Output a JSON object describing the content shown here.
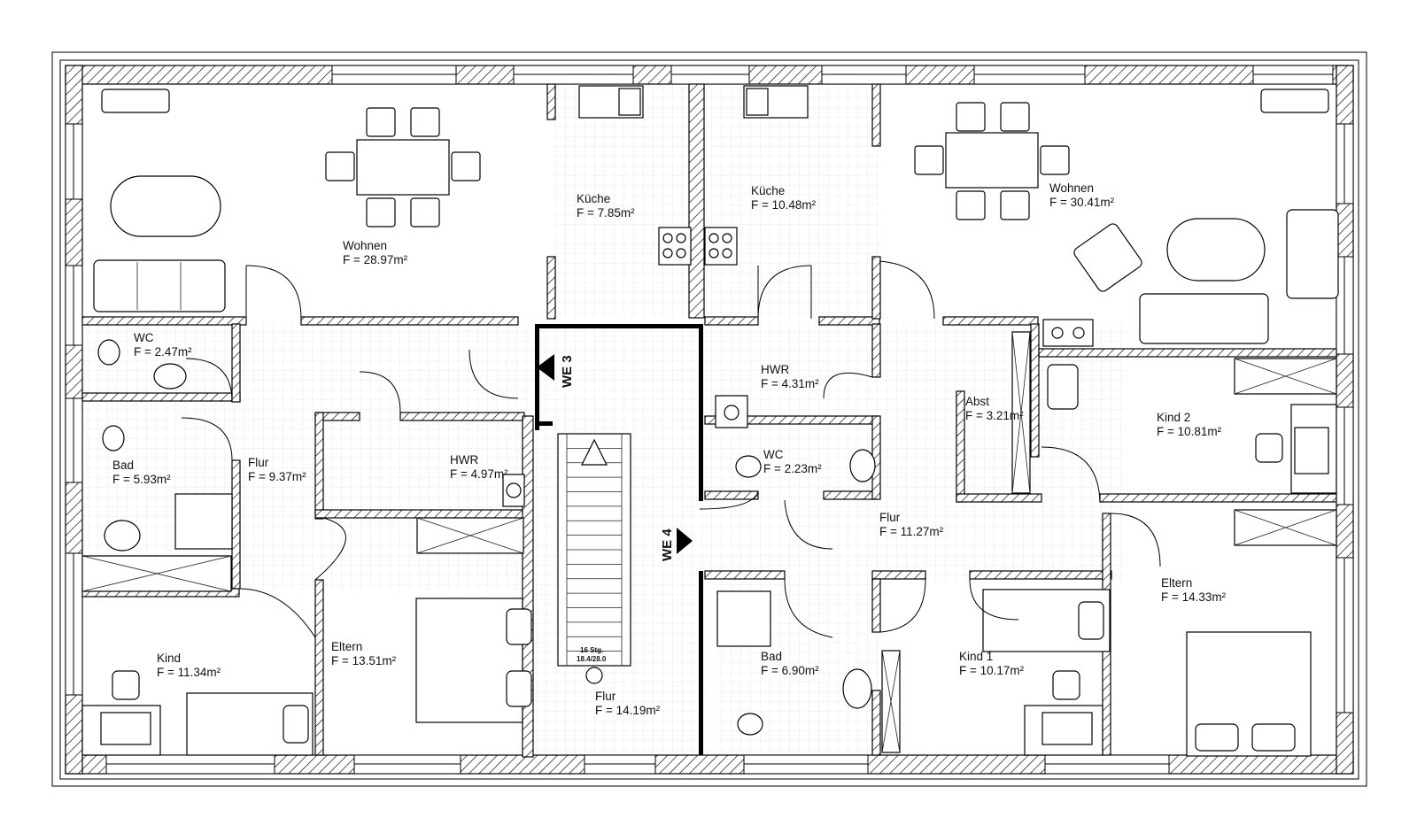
{
  "rooms": {
    "wohnen_left": {
      "name": "Wohnen",
      "area": "F = 28.97m²"
    },
    "kueche_left": {
      "name": "Küche",
      "area": "F = 7.85m²"
    },
    "kueche_right": {
      "name": "Küche",
      "area": "F = 10.48m²"
    },
    "wohnen_right": {
      "name": "Wohnen",
      "area": "F = 30.41m²"
    },
    "wc_left": {
      "name": "WC",
      "area": "F = 2.47m²"
    },
    "hwr_right": {
      "name": "HWR",
      "area": "F = 4.31m²"
    },
    "abst": {
      "name": "Abst",
      "area": "F = 3.21m²"
    },
    "kind2": {
      "name": "Kind 2",
      "area": "F = 10.81m²"
    },
    "bad_left": {
      "name": "Bad",
      "area": "F = 5.93m²"
    },
    "flur_left": {
      "name": "Flur",
      "area": "F = 9.37m²"
    },
    "hwr_left": {
      "name": "HWR",
      "area": "F = 4.97m²"
    },
    "wc_right": {
      "name": "WC",
      "area": "F = 2.23m²"
    },
    "flur_right": {
      "name": "Flur",
      "area": "F = 11.27m²"
    },
    "eltern_right": {
      "name": "Eltern",
      "area": "F = 14.33m²"
    },
    "kind_left": {
      "name": "Kind",
      "area": "F = 11.34m²"
    },
    "eltern_left": {
      "name": "Eltern",
      "area": "F = 13.51m²"
    },
    "bad_right": {
      "name": "Bad",
      "area": "F = 6.90m²"
    },
    "kind1": {
      "name": "Kind 1",
      "area": "F = 10.17m²"
    },
    "flur_stair": {
      "name": "Flur",
      "area": "F = 14.19m²"
    }
  },
  "units": {
    "we3": "WE 3",
    "we4": "WE 4"
  },
  "stair": {
    "steps": "16 Stg.",
    "dims": "18.4/28.0"
  },
  "colors": {
    "line": "#000000",
    "background": "#ffffff",
    "grid": "#d9d9d9"
  }
}
